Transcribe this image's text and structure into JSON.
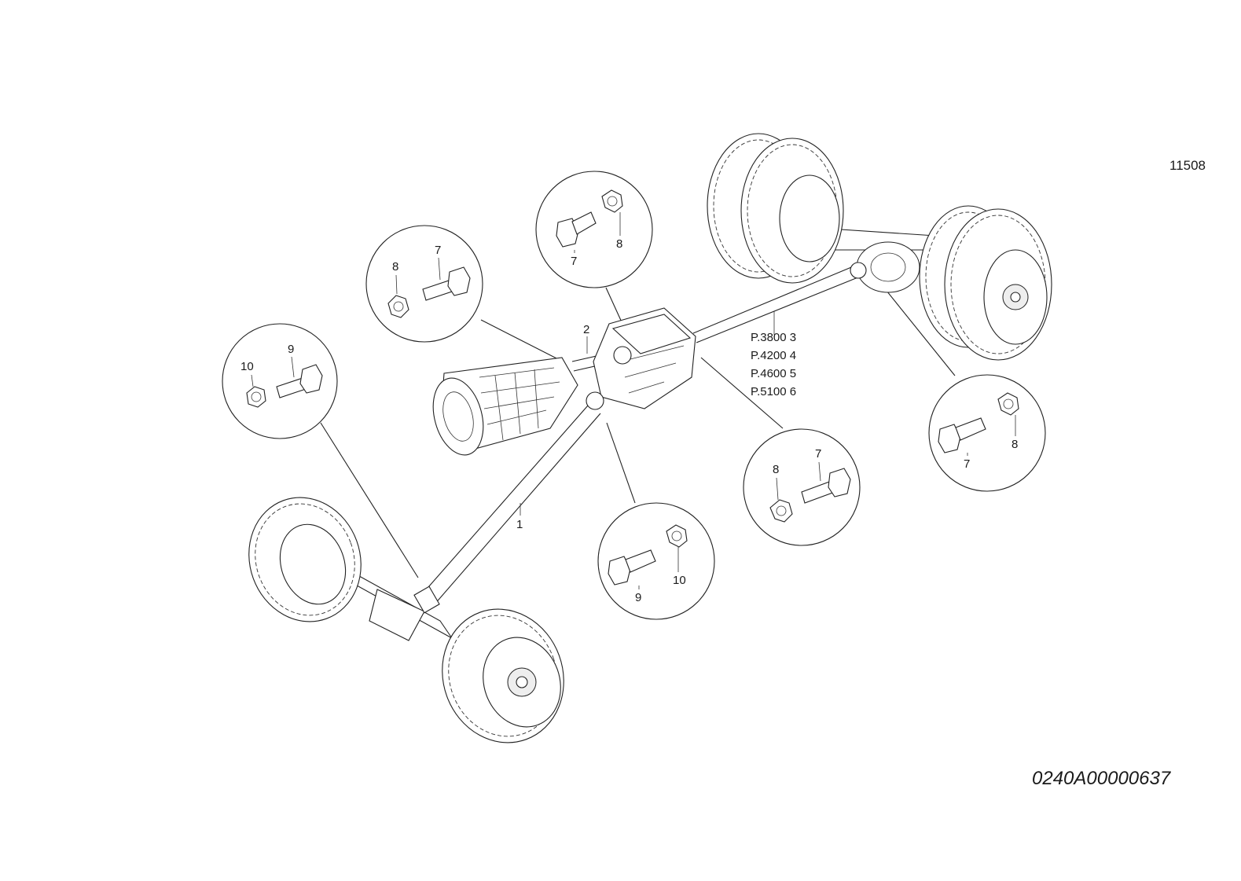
{
  "diagram": {
    "ref_number": "11508",
    "drawing_code": "0240A00000637",
    "callouts": {
      "shaft_front": "1",
      "shaft_main": "2",
      "variants": [
        "P.3800 3",
        "P.4200 4",
        "P.4600 5",
        "P.5100 6"
      ]
    },
    "details": [
      {
        "id": "detail-a",
        "bolt": "9",
        "nut": "10"
      },
      {
        "id": "detail-b",
        "bolt": "7",
        "nut": "8"
      },
      {
        "id": "detail-c",
        "bolt": "7",
        "nut": "8"
      },
      {
        "id": "detail-d",
        "bolt": "9",
        "nut": "10"
      },
      {
        "id": "detail-e",
        "bolt": "7",
        "nut": "8"
      },
      {
        "id": "detail-f",
        "bolt": "7",
        "nut": "8"
      }
    ]
  }
}
